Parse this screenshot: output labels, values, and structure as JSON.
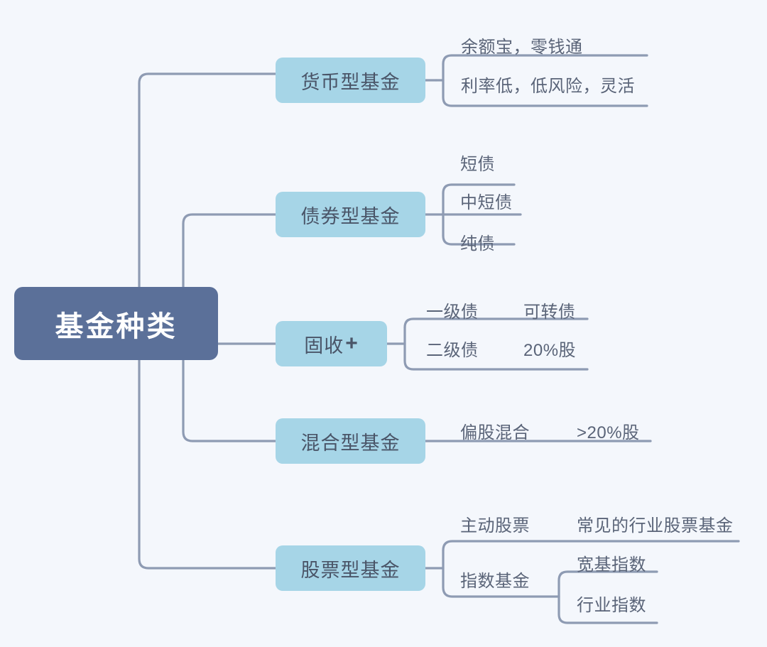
{
  "diagram": {
    "title": "基金种类",
    "background_color": "#f4f7fc",
    "root_color": "#5b7099",
    "branch_color": "#a6d5e7",
    "line_color": "#8e9bb3",
    "text_color": "#5a6478"
  },
  "root": {
    "label": "基金种类"
  },
  "branches": [
    {
      "id": "money",
      "label": "货币型基金",
      "leaves": [
        {
          "label": "余额宝，零钱通"
        },
        {
          "label": "利率低，低风险，灵活"
        }
      ]
    },
    {
      "id": "bond",
      "label": "债券型基金",
      "leaves": [
        {
          "label": "短债"
        },
        {
          "label": "中短债"
        },
        {
          "label": "纯债"
        }
      ]
    },
    {
      "id": "fixed-income-plus",
      "label": "固收",
      "label_suffix": "+",
      "leaves": [
        {
          "label": "一级债",
          "detail": "可转债"
        },
        {
          "label": "二级债",
          "detail": "20%股"
        }
      ]
    },
    {
      "id": "hybrid",
      "label": "混合型基金",
      "leaves": [
        {
          "label": "偏股混合",
          "detail": ">20%股"
        }
      ]
    },
    {
      "id": "stock",
      "label": "股票型基金",
      "leaves": [
        {
          "label": "主动股票",
          "detail": "常见的行业股票基金"
        },
        {
          "label": "指数基金",
          "children": [
            {
              "label": "宽基指数"
            },
            {
              "label": "行业指数"
            }
          ]
        }
      ]
    }
  ]
}
